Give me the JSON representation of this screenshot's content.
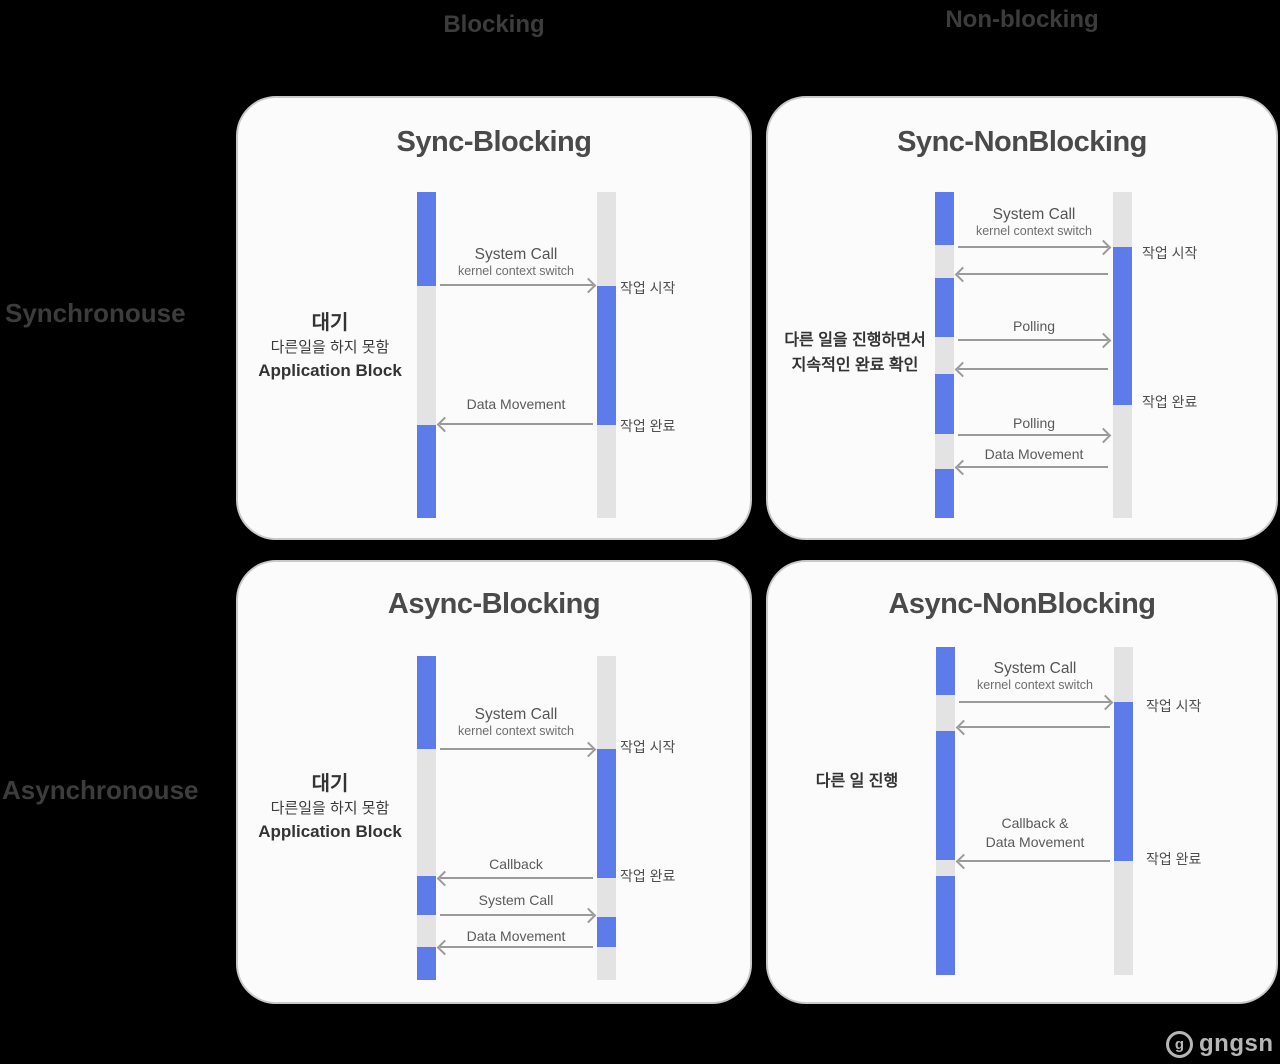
{
  "colors": {
    "background": "#000000",
    "card_background": "#fbfbfb",
    "card_border": "#c9c9c9",
    "bar_blue": "#5d7ce9",
    "bar_gray": "#e3e3e3",
    "arrow_gray": "#9a9a9a",
    "heading_gray": "#3c3c3c",
    "title_gray": "#4a4a4a"
  },
  "headers": {
    "column_blocking": "Blocking",
    "column_non_blocking": "Non-blocking",
    "row_synchronous": "Synchronouse",
    "row_asynchronous": "Asynchronouse"
  },
  "quadrants": {
    "sync_blocking": {
      "title": "Sync-Blocking",
      "system_call": "System Call",
      "kernel_context_switch": "kernel context switch",
      "data_movement": "Data Movement",
      "wait_title": "대기",
      "wait_line2": "다른일을 하지 못함",
      "wait_line3": "Application Block",
      "work_start": "작업 시작",
      "work_done": "작업 완료"
    },
    "sync_nonblocking": {
      "title": "Sync-NonBlocking",
      "system_call": "System Call",
      "kernel_context_switch": "kernel context switch",
      "polling_1": "Polling",
      "polling_2": "Polling",
      "data_movement": "Data Movement",
      "note_line1": "다른 일을 진행하면서",
      "note_line2": "지속적인 완료 확인",
      "work_start": "작업 시작",
      "work_done": "작업 완료"
    },
    "async_blocking": {
      "title": "Async-Blocking",
      "system_call_1": "System Call",
      "kernel_context_switch": "kernel context switch",
      "callback": "Callback",
      "system_call_2": "System Call",
      "data_movement": "Data Movement",
      "wait_title": "대기",
      "wait_line2": "다른일을 하지 못함",
      "wait_line3": "Application Block",
      "work_start": "작업 시작",
      "work_done": "작업 완료"
    },
    "async_nonblocking": {
      "title": "Async-NonBlocking",
      "system_call": "System Call",
      "kernel_context_switch": "kernel context switch",
      "callback_line1": "Callback &",
      "callback_line2": "Data Movement",
      "note": "다른 일 진행",
      "work_start": "작업 시작",
      "work_done": "작업 완료"
    }
  },
  "watermark": {
    "logo_letter": "g",
    "text": "gngsn"
  }
}
